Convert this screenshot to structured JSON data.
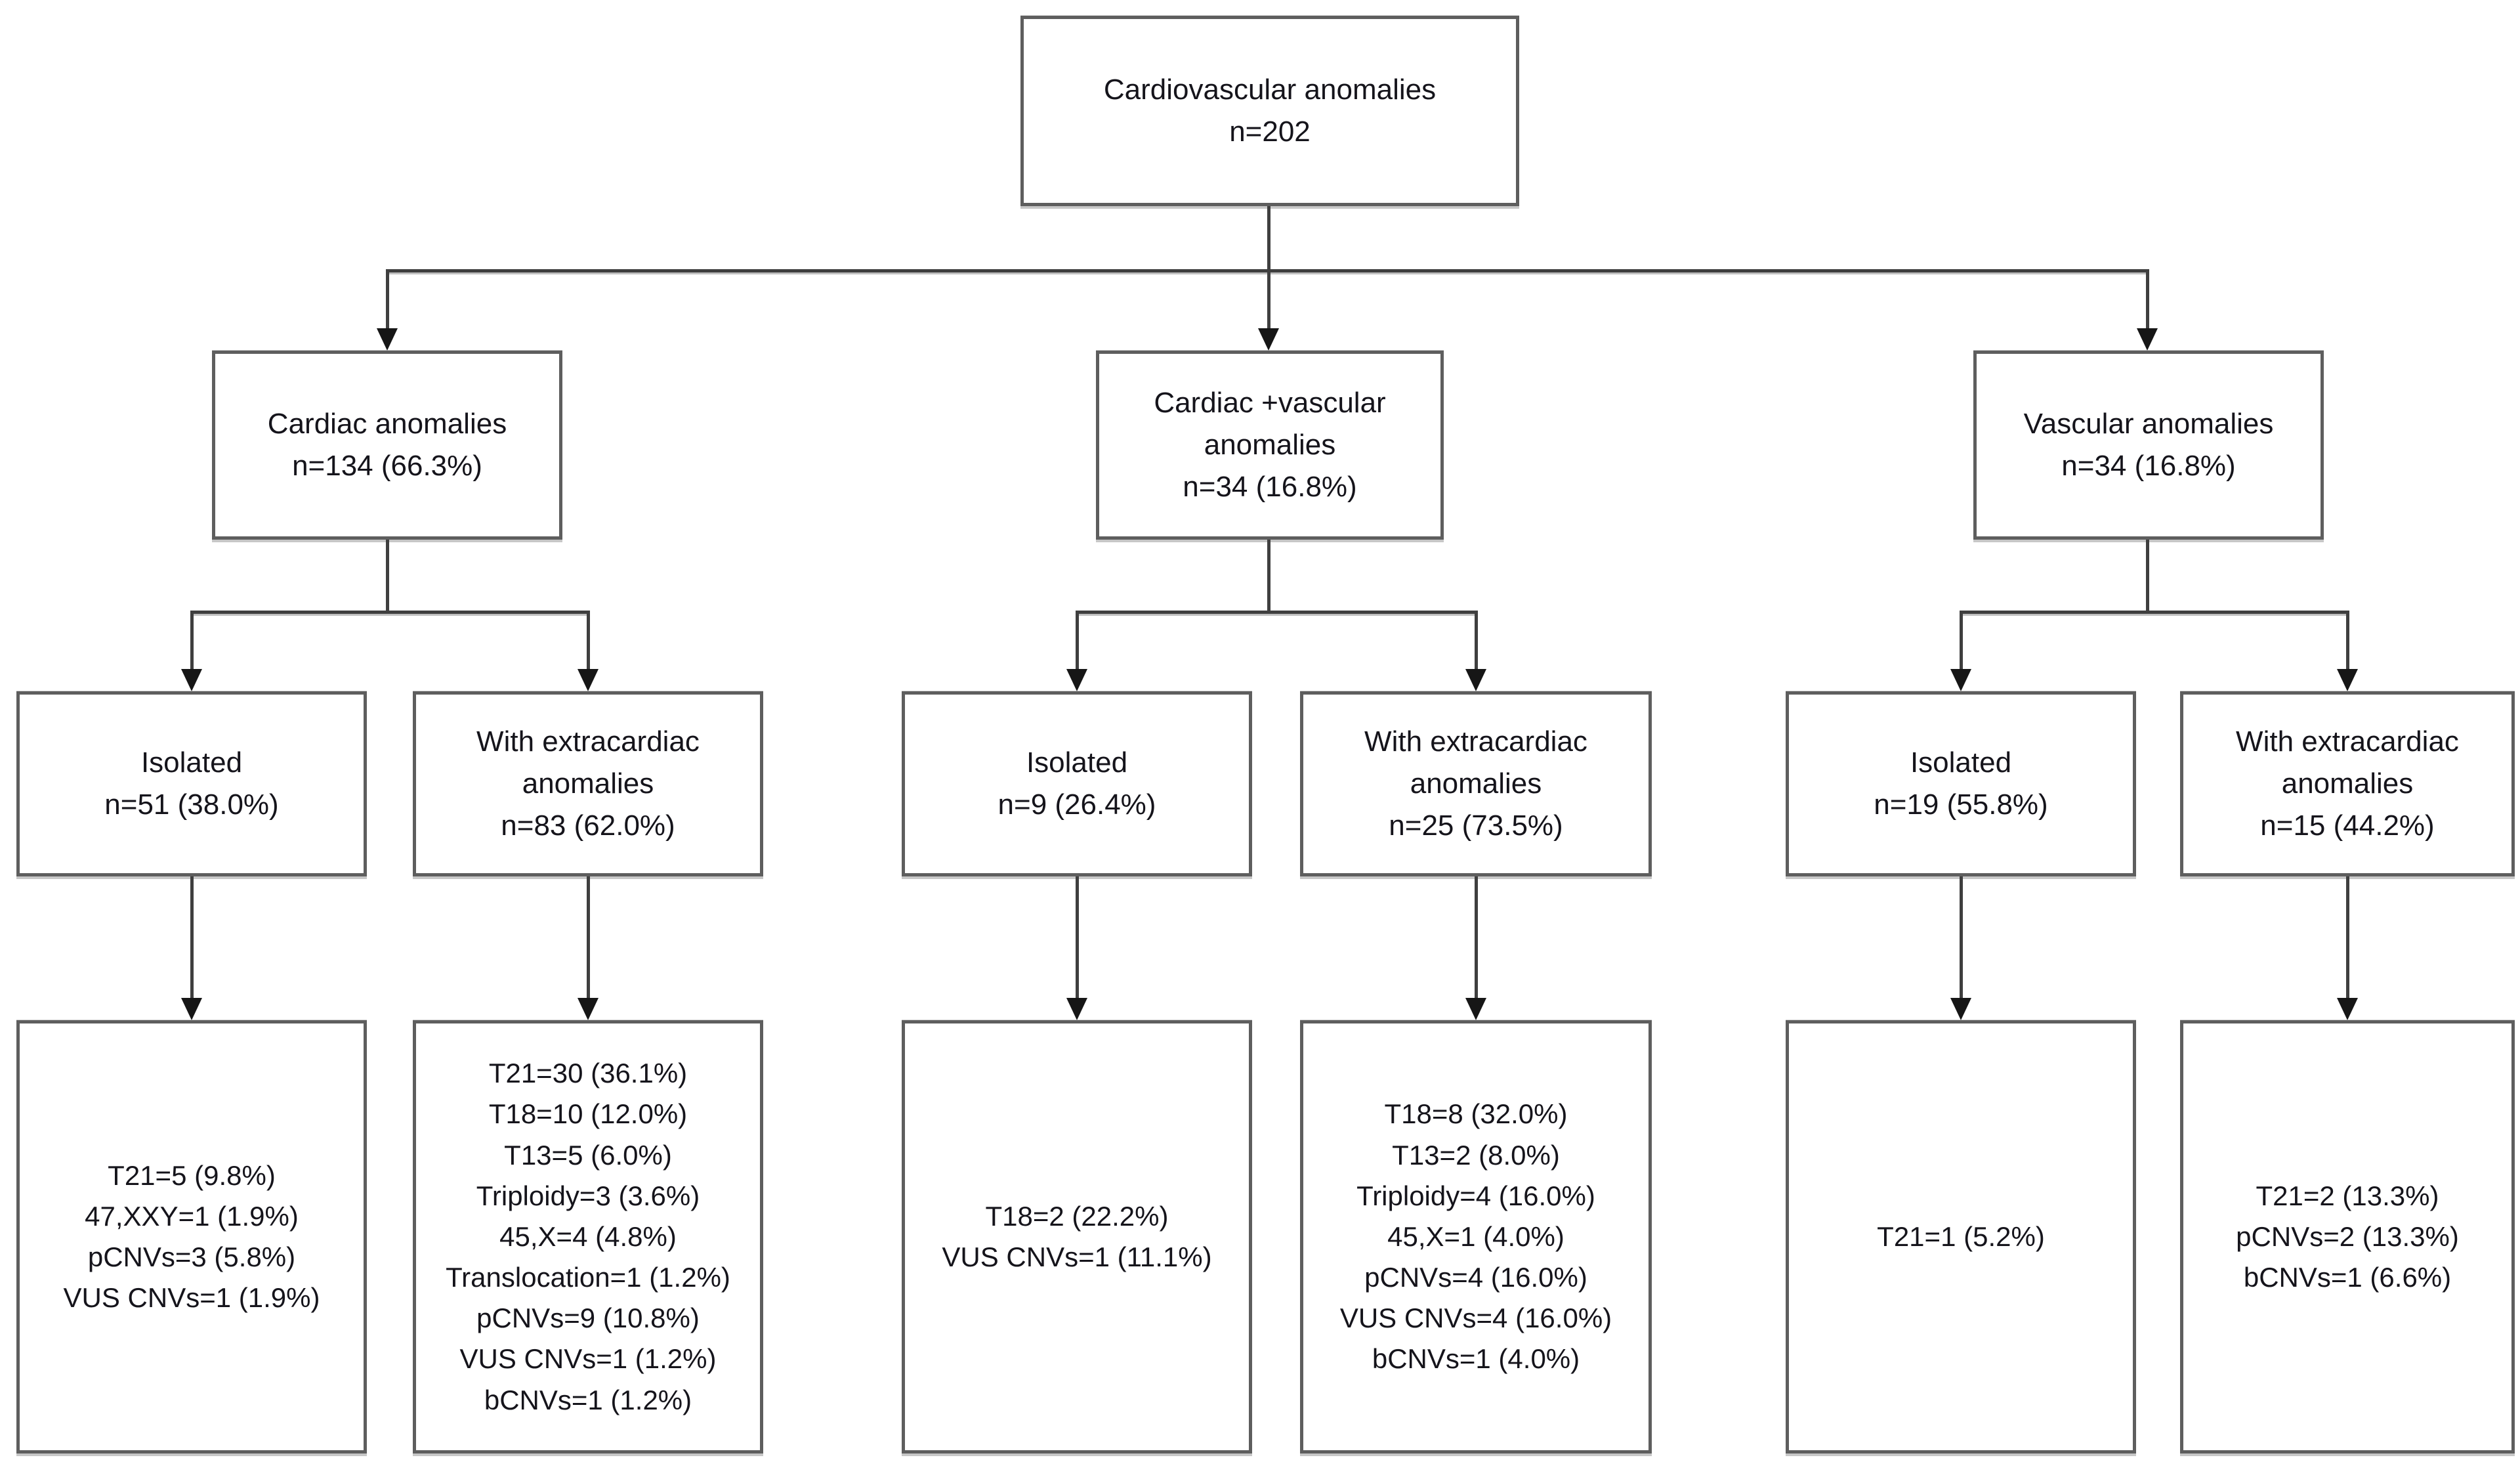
{
  "figure": {
    "description": "Flowchart of genetic findings in fetuses with cardiovascular anomalies",
    "colors": {
      "box_border": "#5e5e5e",
      "connector": "#3f3f3f",
      "arrowhead": "#161616",
      "text": "#15141b",
      "background": "#ffffff"
    },
    "root": {
      "title": "Cardiovascular anomalies",
      "count": "n=202"
    },
    "groups": [
      {
        "title": "Cardiac anomalies",
        "count": "n=134 (66.3%)",
        "isolated": {
          "title": "Isolated",
          "count": "n=51 (38.0%)",
          "findings": [
            "T21=5 (9.8%)",
            "47,XXY=1 (1.9%)",
            "pCNVs=3 (5.8%)",
            "VUS CNVs=1 (1.9%)"
          ]
        },
        "extracardiac": {
          "title": "With extracardiac anomalies",
          "count": "n=83 (62.0%)",
          "findings": [
            "T21=30 (36.1%)",
            "T18=10 (12.0%)",
            "T13=5 (6.0%)",
            "Triploidy=3 (3.6%)",
            "45,X=4 (4.8%)",
            "Translocation=1 (1.2%)",
            "pCNVs=9 (10.8%)",
            "VUS CNVs=1 (1.2%)",
            "bCNVs=1 (1.2%)"
          ]
        }
      },
      {
        "title": "Cardiac +vascular anomalies",
        "count": "n=34 (16.8%)",
        "isolated": {
          "title": "Isolated",
          "count": "n=9 (26.4%)",
          "findings": [
            "T18=2 (22.2%)",
            "VUS CNVs=1 (11.1%)"
          ]
        },
        "extracardiac": {
          "title": "With extracardiac anomalies",
          "count": "n=25 (73.5%)",
          "findings": [
            "T18=8 (32.0%)",
            "T13=2 (8.0%)",
            "Triploidy=4 (16.0%)",
            "45,X=1 (4.0%)",
            "pCNVs=4 (16.0%)",
            "VUS CNVs=4 (16.0%)",
            "bCNVs=1 (4.0%)"
          ]
        }
      },
      {
        "title": "Vascular anomalies",
        "count": "n=34 (16.8%)",
        "isolated": {
          "title": "Isolated",
          "count": "n=19 (55.8%)",
          "findings": [
            "T21=1 (5.2%)"
          ]
        },
        "extracardiac": {
          "title": "With extracardiac anomalies",
          "count": "n=15 (44.2%)",
          "findings": [
            "T21=2 (13.3%)",
            "pCNVs=2 (13.3%)",
            "bCNVs=1 (6.6%)"
          ]
        }
      }
    ]
  }
}
